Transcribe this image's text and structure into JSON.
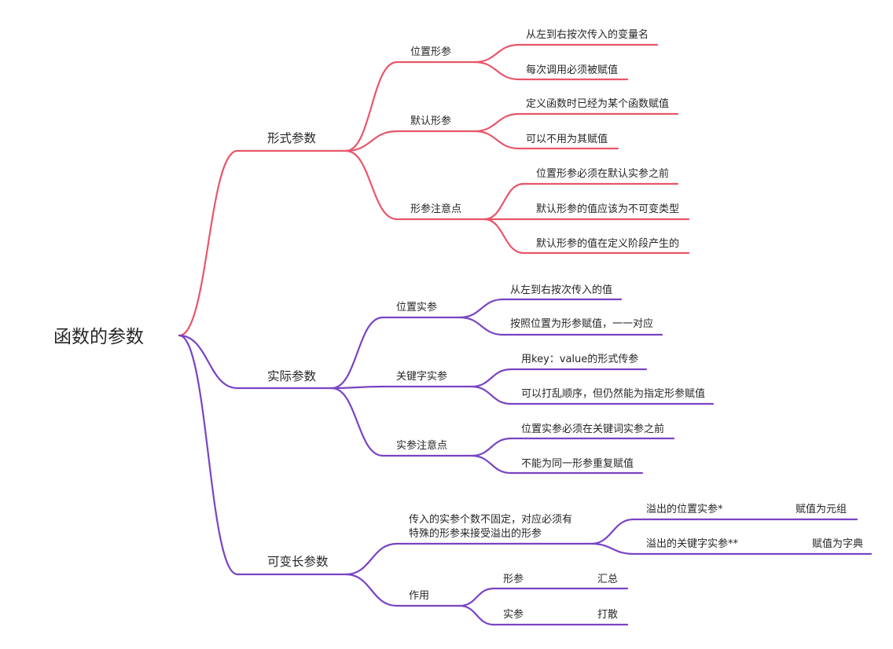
{
  "colors": {
    "formal": "#e8566a",
    "actual": "#7a44c2",
    "varlen": "#7a44c2",
    "text": "#262626"
  },
  "root": {
    "label": "函数的参数"
  },
  "branches": [
    {
      "label": "形式参数",
      "children": [
        {
          "label": "位置形参",
          "children": [
            {
              "label": "从左到右按次传入的变量名"
            },
            {
              "label": "每次调用必须被赋值"
            }
          ]
        },
        {
          "label": "默认形参",
          "children": [
            {
              "label": "定义函数时已经为某个函数赋值"
            },
            {
              "label": "可以不用为其赋值"
            }
          ]
        },
        {
          "label": "形参注意点",
          "children": [
            {
              "label": "位置形参必须在默认实参之前"
            },
            {
              "label": "默认形参的值应该为不可变类型"
            },
            {
              "label": "默认形参的值在定义阶段产生的"
            }
          ]
        }
      ]
    },
    {
      "label": "实际参数",
      "children": [
        {
          "label": "位置实参",
          "children": [
            {
              "label": "从左到右按次传入的值"
            },
            {
              "label": "按照位置为形参赋值，一一对应"
            }
          ]
        },
        {
          "label": "关键字实参",
          "children": [
            {
              "label": "用key：value的形式传参"
            },
            {
              "label": "可以打乱顺序，但仍然能为指定形参赋值"
            }
          ]
        },
        {
          "label": "实参注意点",
          "children": [
            {
              "label": "位置实参必须在关键词实参之前"
            },
            {
              "label": "不能为同一形参重复赋值"
            }
          ]
        }
      ]
    },
    {
      "label": "可变长参数",
      "children": [
        {
          "label_lines": [
            "传入的实参个数不固定，对应必须有",
            "特殊的形参来接受溢出的形参"
          ],
          "children": [
            {
              "label": "溢出的位置实参*",
              "children": [
                {
                  "label": "赋值为元组"
                }
              ]
            },
            {
              "label": "溢出的关键字实参**",
              "children": [
                {
                  "label": "赋值为字典"
                }
              ]
            }
          ]
        },
        {
          "label": "作用",
          "children": [
            {
              "label": "形参",
              "children": [
                {
                  "label": "汇总"
                }
              ]
            },
            {
              "label": "实参",
              "children": [
                {
                  "label": "打散"
                }
              ]
            }
          ]
        }
      ]
    }
  ]
}
